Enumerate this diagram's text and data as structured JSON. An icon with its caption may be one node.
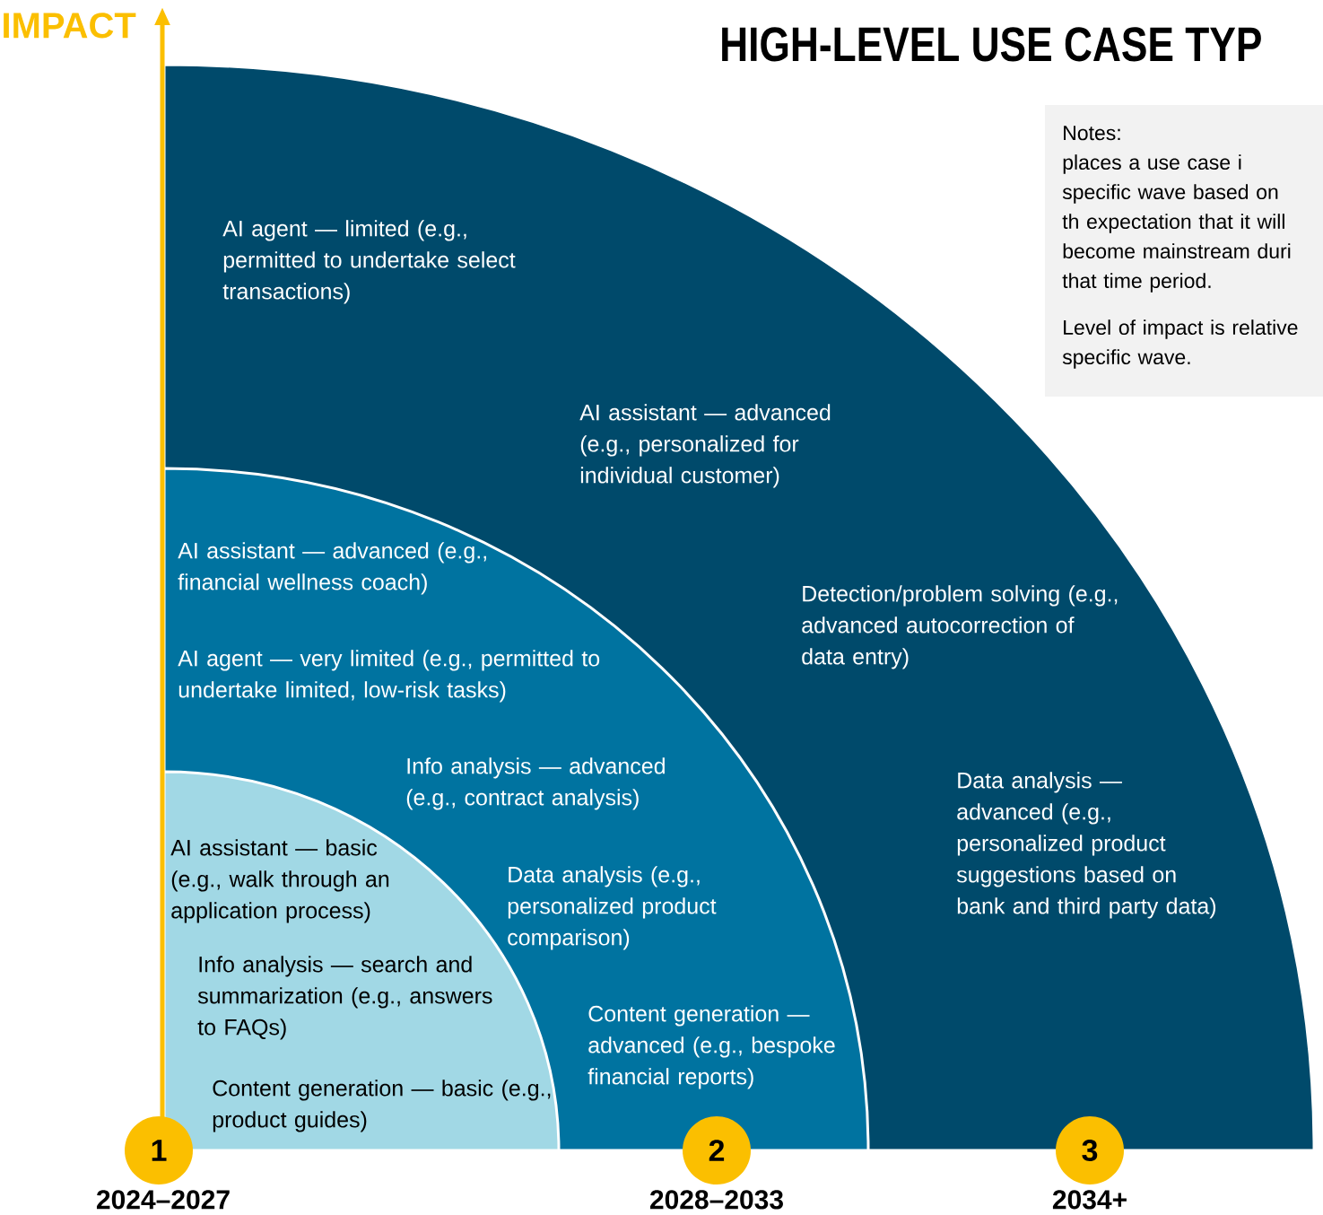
{
  "diagram": {
    "title": "HIGH-LEVEL USE CASE TYP",
    "nodes": [
      {
        "text": [
          "AI agent — limited (e.g., permitted to undertake select transactions)",
          "AI assistant — advanced (e.g., personalized for individual customer)",
          "Detection/problem solving (e.g., advanced autocorrection of data entry)",
          "Data analysis — advanced (e.g., personalized product suggestions based on bank and third party data)"
        ]
      },
      {
        "text": [
          "AI assistant — advanced (e.g., financial wellness coach)",
          "AI agent — very limited (e.g., permitted to undertake limited, low-risk tasks)",
          "Info analysis — advanced (e.g., contract analysis)",
          "Data analysis (e.g., personalized product comparison)",
          "Content generation — advanced (e.g., bespoke financial reports)"
        ],
        "in": 0
      },
      {
        "text": [
          "AI assistant — basic (e.g., walk through an application process)",
          "Info analysis — search and summarization (e.g., answers to FAQs)",
          "Content generation — basic (e.g., product guides)"
        ],
        "in": 1
      },
      {
        "text": [
          "Notes:",
          "places a use case i specific wave based on th expectation that it will become mainstream duri that time period.",
          "Level of impact is relative specific wave."
        ]
      },
      {
        "text": [
          "1"
        ],
        "beside": [
          "2024–2027"
        ]
      },
      {
        "text": [
          "2"
        ],
        "beside": [
          "2028–2033"
        ]
      },
      {
        "text": [
          "3"
        ],
        "beside": [
          "2034+"
        ]
      }
    ],
    "labels": [
      "IMPACT"
    ]
  }
}
